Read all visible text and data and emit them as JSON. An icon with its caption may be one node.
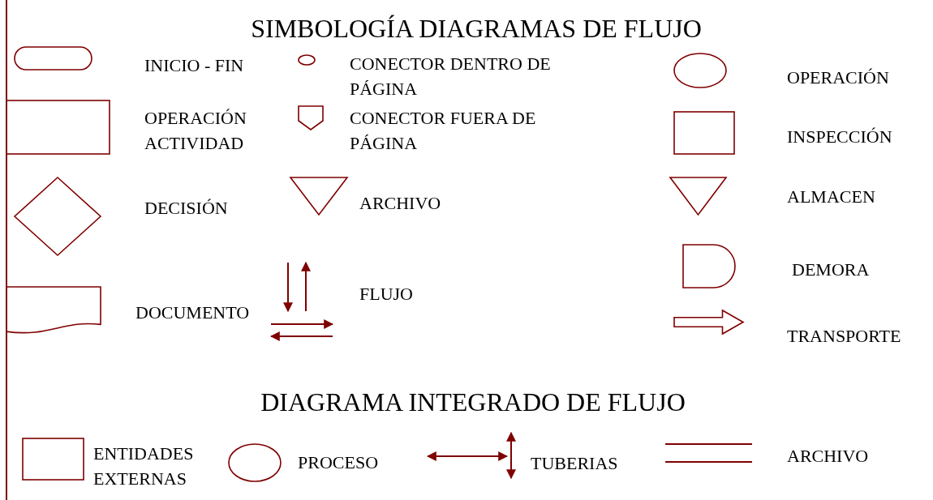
{
  "diagram": {
    "title": "SIMBOLOGÍA DIAGRAMAS DE FLUJO",
    "nodes": [
      {
        "text": [],
        "shape": "terminal",
        "beside": [
          "INICIO - FIN"
        ]
      },
      {
        "text": [],
        "shape": "circle",
        "beside": [
          "CONECTOR DENTRO DE PÁGINA"
        ]
      },
      {
        "text": [],
        "shape": "ellipse",
        "beside": [
          "OPERACIÓN"
        ]
      },
      {
        "text": [],
        "shape": "box",
        "beside": [
          "OPERACIÓN ACTIVIDAD"
        ]
      },
      {
        "text": [],
        "shape": "offpage",
        "beside": [
          "CONECTOR FUERA DE PÁGINA"
        ]
      },
      {
        "text": [],
        "shape": "box",
        "beside": [
          "INSPECCIÓN"
        ]
      },
      {
        "text": [],
        "shape": "diamond",
        "beside": [
          "DECISIÓN"
        ]
      },
      {
        "text": [],
        "shape": "triangle",
        "beside": [
          "ARCHIVO"
        ]
      },
      {
        "text": [],
        "shape": "triangle",
        "beside": [
          "ALMACEN"
        ]
      },
      {
        "text": [],
        "shape": "document",
        "beside": [
          "DOCUMENTO"
        ]
      },
      {
        "text": [],
        "shape": "arrows",
        "beside": [
          "FLUJO"
        ]
      },
      {
        "text": [],
        "shape": "delay",
        "beside": [
          "DEMORA"
        ]
      },
      {
        "text": [],
        "shape": "arrow",
        "beside": [
          "TRANSPORTE"
        ]
      },
      {
        "text": [],
        "shape": "box",
        "beside": [
          "ENTIDADES EXTERNAS"
        ]
      },
      {
        "text": [],
        "shape": "ellipse",
        "beside": [
          "PROCESO"
        ]
      },
      {
        "text": [],
        "shape": "pipes",
        "beside": [
          "TUBERIAS"
        ]
      },
      {
        "text": [],
        "shape": "lines",
        "beside": [
          "ARCHIVO"
        ]
      }
    ],
    "labels": [
      "DIAGRAMA INTEGRADO DE FLUJO"
    ]
  }
}
